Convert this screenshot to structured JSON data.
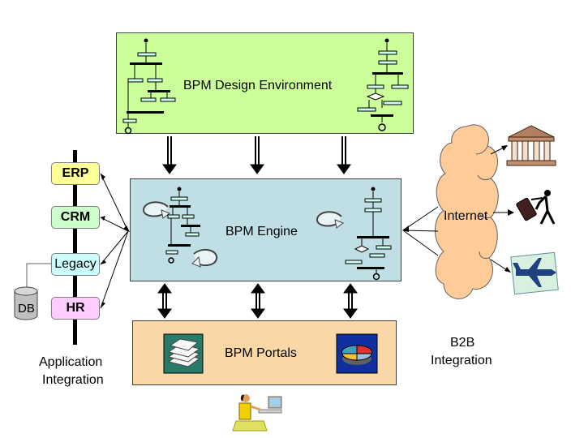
{
  "boxes": {
    "design": "BPM Design Environment",
    "engine": "BPM Engine",
    "portals": "BPM Portals"
  },
  "apps": {
    "erp": "ERP",
    "crm": "CRM",
    "legacy": "Legacy",
    "hr": "HR",
    "db": "DB"
  },
  "captions": {
    "app_line1": "Application",
    "app_line2": "Integration",
    "internet": "Internet",
    "b2b_line1": "B2B",
    "b2b_line2": "Integration"
  },
  "colors": {
    "design_fill": "#ccff99",
    "engine_fill": "#c0dfe4",
    "portal_fill": "#f9d7a6",
    "erp_fill": "#ffff99",
    "crm_fill": "#ccffcc",
    "legacy_fill": "#ccffff",
    "hr_fill": "#ffccff",
    "db_fill": "#c0c0c0",
    "cloud_fill": "#ffcc99"
  },
  "icons": [
    "workflow-diagram-icon",
    "cycle-arrow-icon",
    "bank-building-icon",
    "traveler-icon",
    "airplane-icon",
    "paper-stack-icon",
    "pie-chart-icon",
    "person-at-computer-icon",
    "database-icon"
  ]
}
